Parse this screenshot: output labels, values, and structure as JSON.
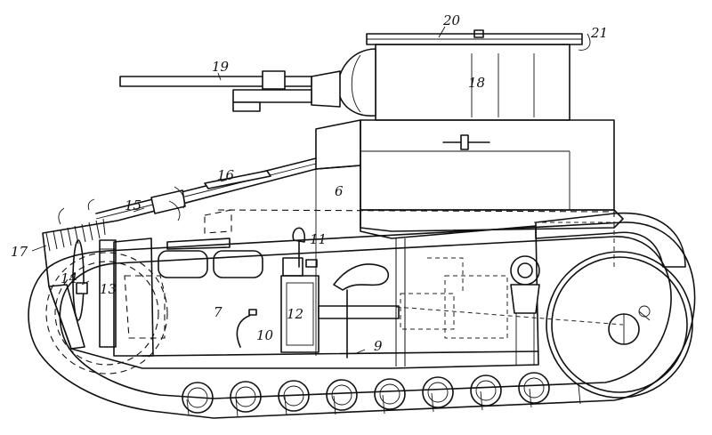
{
  "figure": {
    "labels": [
      {
        "id": "n6",
        "text": "6"
      },
      {
        "id": "n7",
        "text": "7"
      },
      {
        "id": "n9",
        "text": "9"
      },
      {
        "id": "n10",
        "text": "10"
      },
      {
        "id": "n11",
        "text": "11"
      },
      {
        "id": "n12",
        "text": "12"
      },
      {
        "id": "n13",
        "text": "13"
      },
      {
        "id": "n14",
        "text": "14"
      },
      {
        "id": "n15",
        "text": "15"
      },
      {
        "id": "n16",
        "text": "16"
      },
      {
        "id": "n17",
        "text": "17"
      },
      {
        "id": "n18",
        "text": "18"
      },
      {
        "id": "n19",
        "text": "19"
      },
      {
        "id": "n20",
        "text": "20"
      },
      {
        "id": "n21",
        "text": "21"
      }
    ]
  }
}
